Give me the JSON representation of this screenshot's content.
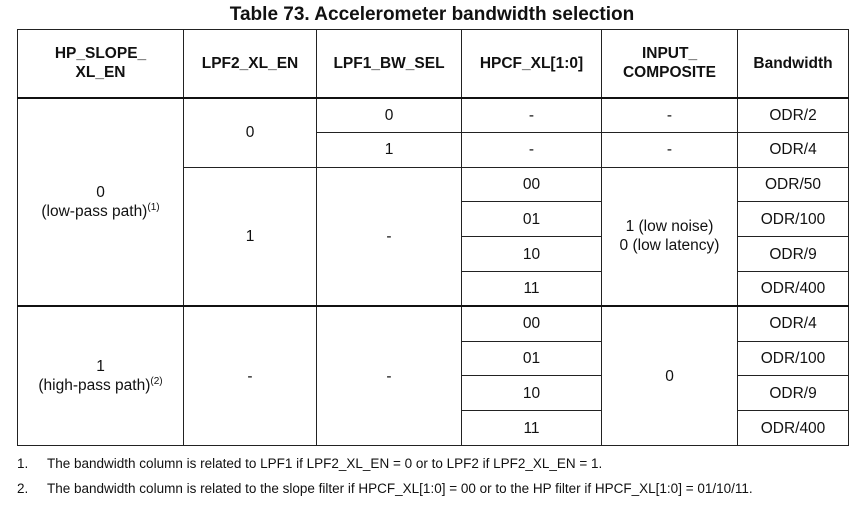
{
  "caption": "Table 73. Accelerometer bandwidth selection",
  "headers": {
    "hp_slope_line1": "HP_SLOPE_",
    "hp_slope_line2": "XL_EN",
    "lpf2": "LPF2_XL_EN",
    "lpf1": "LPF1_BW_SEL",
    "hpcf": "HPCF_XL[1:0]",
    "input_line1": "INPUT_",
    "input_line2": "COMPOSITE",
    "bandwidth": "Bandwidth"
  },
  "groups": {
    "low": {
      "value": "0",
      "label": "(low-pass path)",
      "note": "(1)",
      "lpf2_zero": "0",
      "lpf2_one": "1",
      "lpf1_dash": "-",
      "input_line1": "1 (low noise)",
      "input_line2": "0 (low latency)"
    },
    "high": {
      "value": "1",
      "label": "(high-pass path)",
      "note": "(2)",
      "lpf2": "-",
      "lpf1": "-",
      "input": "0"
    }
  },
  "rows": [
    {
      "lpf1": "0",
      "hpcf": "-",
      "input": "-",
      "bandwidth": "ODR/2"
    },
    {
      "lpf1": "1",
      "hpcf": "-",
      "input": "-",
      "bandwidth": "ODR/4"
    },
    {
      "hpcf": "00",
      "bandwidth": "ODR/50"
    },
    {
      "hpcf": "01",
      "bandwidth": "ODR/100"
    },
    {
      "hpcf": "10",
      "bandwidth": "ODR/9"
    },
    {
      "hpcf": "11",
      "bandwidth": "ODR/400"
    },
    {
      "hpcf": "00",
      "bandwidth": "ODR/4"
    },
    {
      "hpcf": "01",
      "bandwidth": "ODR/100"
    },
    {
      "hpcf": "10",
      "bandwidth": "ODR/9"
    },
    {
      "hpcf": "11",
      "bandwidth": "ODR/400"
    }
  ],
  "footnotes": [
    {
      "num": "1.",
      "text": "The bandwidth column is related to LPF1 if LPF2_XL_EN = 0 or to LPF2 if LPF2_XL_EN = 1."
    },
    {
      "num": "2.",
      "text": "The bandwidth column is related to the slope filter if HPCF_XL[1:0] = 00 or to the HP filter if HPCF_XL[1:0] = 01/10/11."
    }
  ]
}
